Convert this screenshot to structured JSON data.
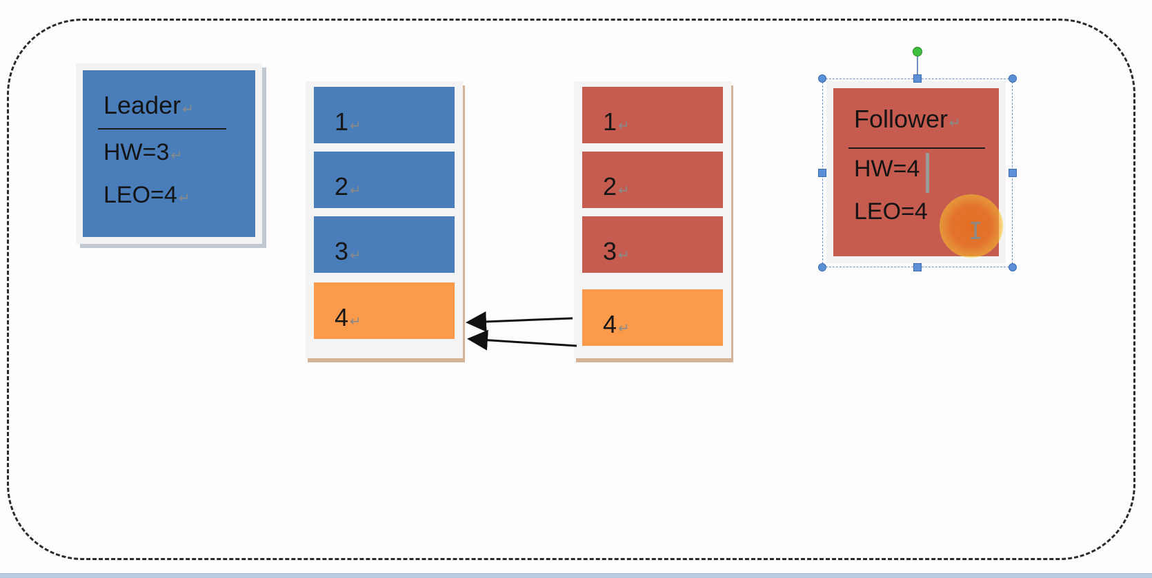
{
  "leader": {
    "title": "Leader",
    "hw": "HW=3",
    "leo": "LEO=4"
  },
  "follower": {
    "title": "Follower",
    "hw": "HW=4",
    "leo": "LEO=4"
  },
  "leader_log": [
    {
      "label": "1",
      "state": "committed"
    },
    {
      "label": "2",
      "state": "committed"
    },
    {
      "label": "3",
      "state": "committed"
    },
    {
      "label": "4",
      "state": "uncommitted"
    }
  ],
  "follower_log": [
    {
      "label": "1",
      "state": "committed"
    },
    {
      "label": "2",
      "state": "committed"
    },
    {
      "label": "3",
      "state": "committed"
    },
    {
      "label": "4",
      "state": "uncommitted"
    }
  ],
  "colors": {
    "leader": "#4a7ebb",
    "follower": "#c65c50",
    "uncommitted": "#fb9a4a",
    "selection": "#5b8fd6",
    "rotate_handle": "#3fbf3f"
  },
  "icons": {
    "paragraph_mark": "↵",
    "text_cursor": "I"
  }
}
